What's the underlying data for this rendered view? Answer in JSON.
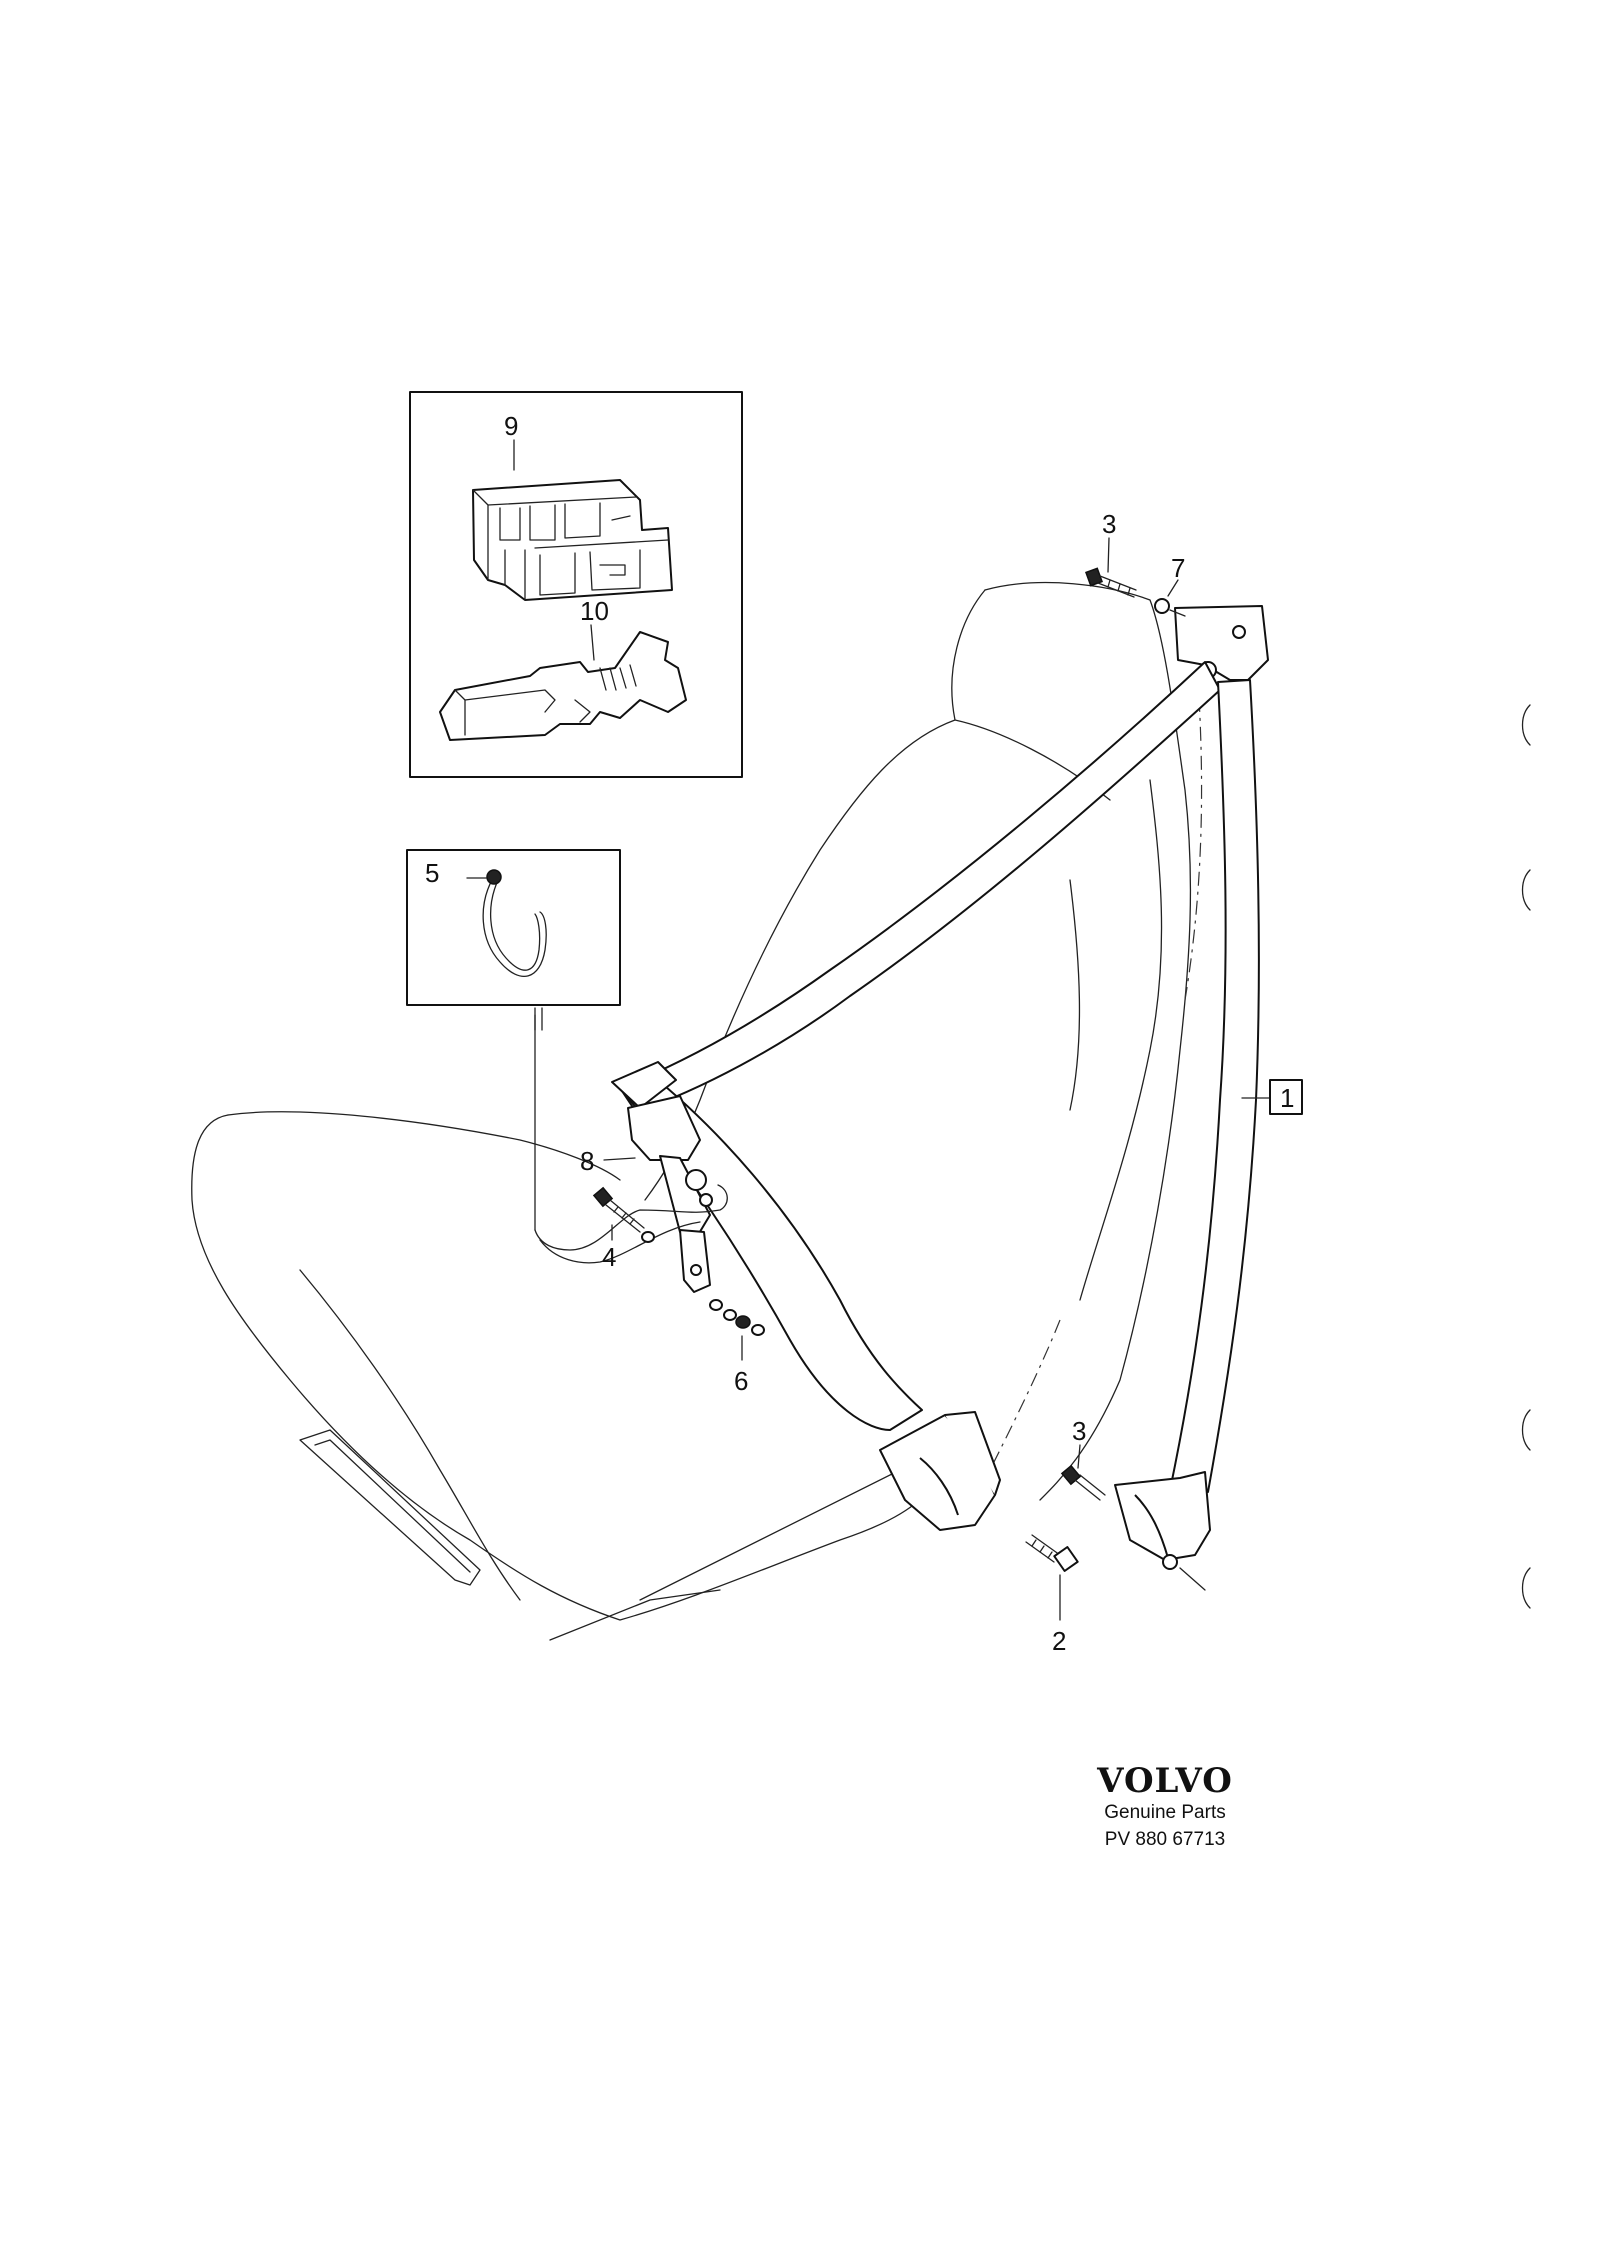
{
  "callouts": {
    "c1": "1",
    "c2": "2",
    "c3a": "3",
    "c3b": "3",
    "c4": "4",
    "c5": "5",
    "c6": "6",
    "c7": "7",
    "c8": "8",
    "c9": "9",
    "c10": "10"
  },
  "brand": {
    "logo": "VOLVO",
    "line1": "Genuine Parts",
    "line2": "PV 880 67713"
  },
  "colors": {
    "ink": "#111111",
    "paper": "#ffffff"
  }
}
